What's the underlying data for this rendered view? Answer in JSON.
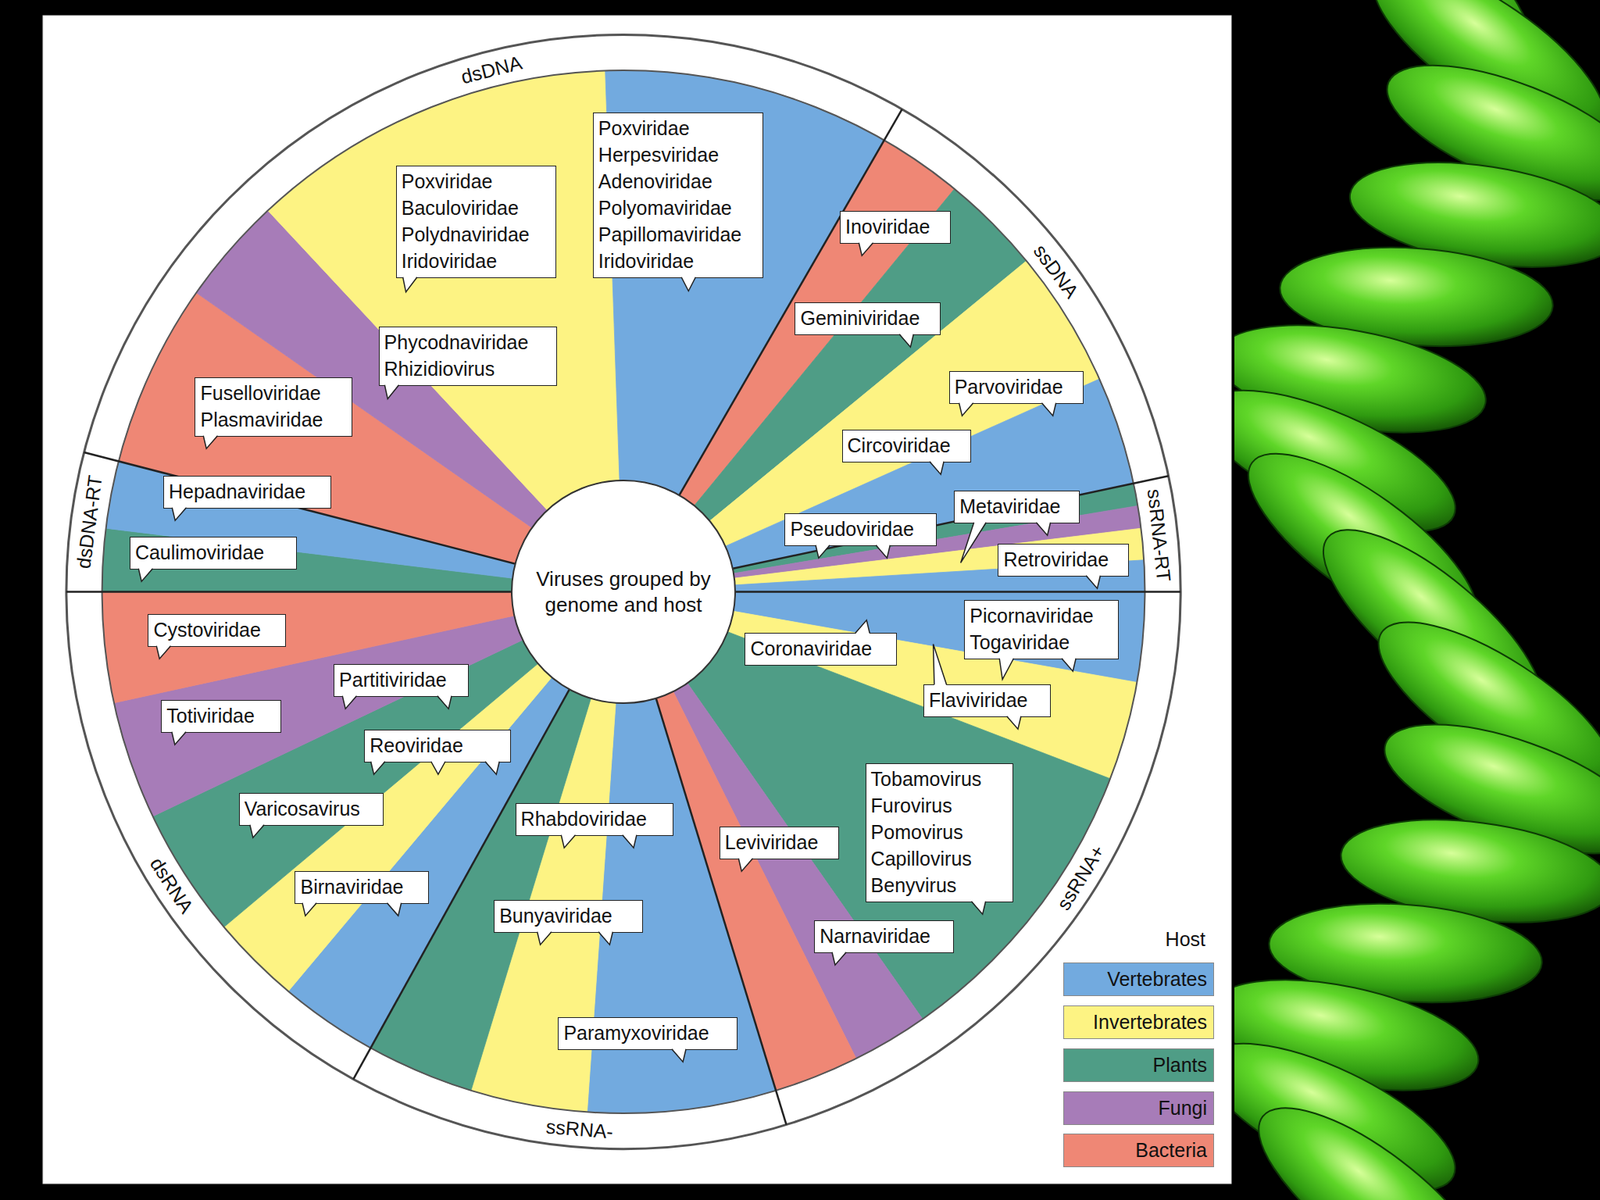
{
  "diagram": {
    "nodes": [
      {
        "text": [
          "Viruses grouped by genome and host"
        ]
      },
      {
        "text": [
          "Poxviridae",
          "Herpesviridae",
          "Adenoviridae",
          "Polyomaviridae",
          "Papillomaviridae",
          "Iridoviridae"
        ]
      },
      {
        "text": [
          "Poxviridae",
          "Baculoviridae",
          "Polydnaviridae",
          "Iridoviridae"
        ]
      },
      {
        "text": [
          "Phycodnaviridae",
          "Rhizidiovirus"
        ]
      },
      {
        "text": [
          "Fuselloviridae",
          "Plasmaviridae"
        ]
      },
      {
        "text": [
          "Inoviridae"
        ]
      },
      {
        "text": [
          "Geminiviridae"
        ]
      },
      {
        "text": [
          "Parvoviridae"
        ]
      },
      {
        "text": [
          "Circoviridae"
        ]
      },
      {
        "text": [
          "Pseudoviridae"
        ]
      },
      {
        "text": [
          "Metaviridae"
        ]
      },
      {
        "text": [
          "Retroviridae"
        ]
      },
      {
        "text": [
          "Picornaviridae",
          "Togaviridae"
        ]
      },
      {
        "text": [
          "Coronaviridae"
        ]
      },
      {
        "text": [
          "Flaviviridae"
        ]
      },
      {
        "text": [
          "Tobamovirus",
          "Furovirus",
          "Pomovirus",
          "Capillovirus",
          "Benyvirus"
        ]
      },
      {
        "text": [
          "Leviviridae"
        ]
      },
      {
        "text": [
          "Narnaviridae"
        ]
      },
      {
        "text": [
          "Rhabdoviridae"
        ]
      },
      {
        "text": [
          "Bunyaviridae"
        ]
      },
      {
        "text": [
          "Paramyxoviridae"
        ]
      },
      {
        "text": [
          "Cystoviridae"
        ]
      },
      {
        "text": [
          "Partitiviridae"
        ]
      },
      {
        "text": [
          "Totiviridae"
        ]
      },
      {
        "text": [
          "Reoviridae"
        ]
      },
      {
        "text": [
          "Varicosavirus"
        ]
      },
      {
        "text": [
          "Birnaviridae"
        ]
      },
      {
        "text": [
          "Hepadnaviridae"
        ]
      },
      {
        "text": [
          "Caulimoviridae"
        ]
      }
    ],
    "labels": [
      "dsDNA",
      "ssDNA",
      "ssRNA-RT",
      "ssRNA+",
      "ssRNA-",
      "dsRNA",
      "dsDNA-RT",
      "Host"
    ],
    "legend": [
      {
        "text": "Vertebrates",
        "color": "#72aadf"
      },
      {
        "text": "Invertebrates",
        "color": "#fdf383"
      },
      {
        "text": "Plants",
        "color": "#4f9d86"
      },
      {
        "text": "Fungi",
        "color": "#a77cb8"
      },
      {
        "text": "Bacteria",
        "color": "#ef8775"
      }
    ]
  }
}
